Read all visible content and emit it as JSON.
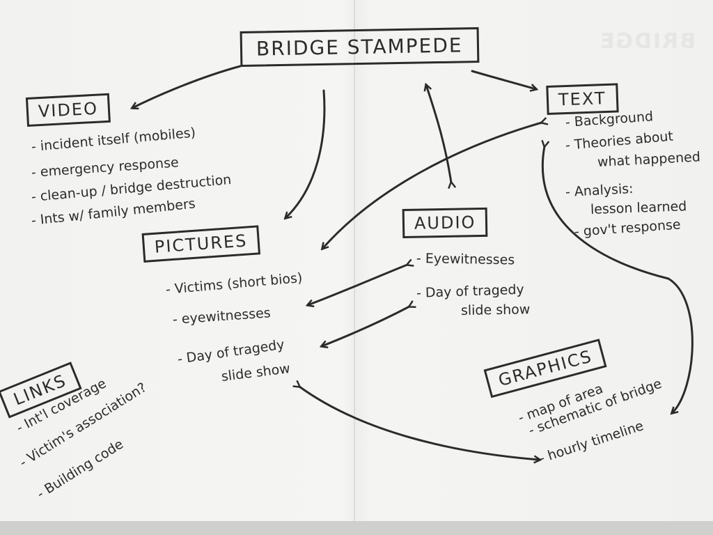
{
  "title": "BRIDGE STAMPEDE",
  "bleed_text": "BRIDGE",
  "video": {
    "heading": "VIDEO",
    "items": [
      "- incident itself (mobiles)",
      "- emergency response",
      "- clean-up / bridge destruction",
      "- Ints w/ family members"
    ]
  },
  "pictures": {
    "heading": "PICTURES",
    "items": [
      "- Victims (short bios)",
      "- eyewitnesses",
      "- Day of tragedy",
      "slide show"
    ]
  },
  "audio": {
    "heading": "AUDIO",
    "items": [
      "- Eyewitnesses",
      "- Day of tragedy",
      "slide show"
    ]
  },
  "text": {
    "heading": "TEXT",
    "items": [
      "- Background",
      "- Theories about",
      "what happened",
      "- Analysis:",
      "lesson learned",
      "- gov't response"
    ]
  },
  "links": {
    "heading": "LINKS",
    "items": [
      "- Int'l coverage",
      "- Victim's association?",
      "- Building code"
    ]
  },
  "graphics": {
    "heading": "GRAPHICS",
    "items": [
      "- map of area",
      "- schematic of bridge",
      "- hourly timeline"
    ]
  },
  "colors": {
    "ink": "#2b2b2b",
    "paper": "#f3f3f1",
    "background": "#c9c9c7"
  }
}
